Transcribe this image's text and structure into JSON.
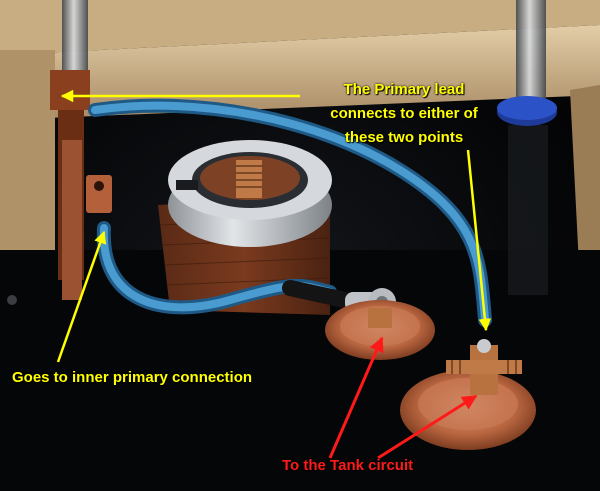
{
  "annotations": {
    "primary_lead": {
      "line1": "The Primary lead",
      "line2": "connects to either of",
      "line3": "these two points",
      "color": "#ffff00"
    },
    "inner_primary": {
      "text": "Goes to inner primary connection",
      "color": "#ffff00"
    },
    "tank_circuit": {
      "text": "To the Tank circuit",
      "color": "#ff1a1a"
    }
  },
  "colors": {
    "cable": "#3f8fc4",
    "copper": "#b4603a",
    "aluminum": "#c8ccd0",
    "wood": "#d8c09a",
    "insulator": "#c27a5c"
  }
}
